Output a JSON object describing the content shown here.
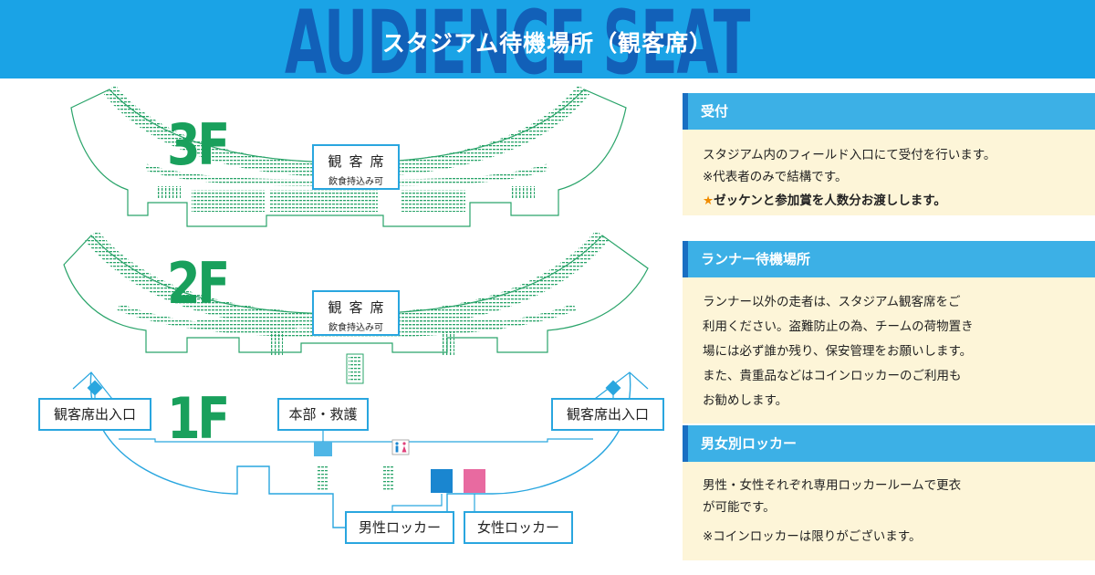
{
  "header": {
    "title": "スタジアム待機場所（観客席）",
    "watermark": "AUDIENCE SEAT"
  },
  "map": {
    "floors": [
      {
        "label": "3F",
        "seat_box": {
          "title": "観客席",
          "note": "飲食持込み可"
        }
      },
      {
        "label": "2F",
        "seat_box": {
          "title": "観客席",
          "note": "飲食持込み可"
        }
      },
      {
        "label": "1F"
      }
    ],
    "entrance_left": "観客席出入口",
    "entrance_right": "観客席出入口",
    "hq": "本部・救護",
    "male_locker": "男性ロッカー",
    "female_locker": "女性ロッカー"
  },
  "sections": [
    {
      "title": "受付",
      "lines": [
        "スタジアム内のフィールド入口にて受付を行います。",
        "※代表者のみで結構です。"
      ],
      "highlight_star": "★",
      "highlight": "ゼッケンと参加賞を人数分お渡しします。"
    },
    {
      "title": "ランナー待機場所",
      "lines": [
        "ランナー以外の走者は、スタジアム観客席をご",
        "利用ください。盗難防止の為、チームの荷物置き",
        "場には必ず誰か残り、保安管理をお願いします。",
        "また、貴重品などはコインロッカーのご利用も",
        "お勧めします。"
      ]
    },
    {
      "title": "男女別ロッカー",
      "lines": [
        "男性・女性それぞれ専用ロッカールームで更衣",
        "が可能です。"
      ],
      "note": "※コインロッカーは限りがございます。"
    }
  ],
  "colors": {
    "header_bg": "#1aa3e6",
    "watermark": "#1260b8",
    "section_head": "#3cb0e6",
    "section_body": "#fdf5d8",
    "floor_green": "#19a05c",
    "box_blue": "#29a6df",
    "male_locker": "#1a86d0",
    "female_locker": "#e86aa0",
    "star": "#f08c00"
  },
  "icons": [
    "restroom-icon",
    "entrance-marker-icon"
  ]
}
